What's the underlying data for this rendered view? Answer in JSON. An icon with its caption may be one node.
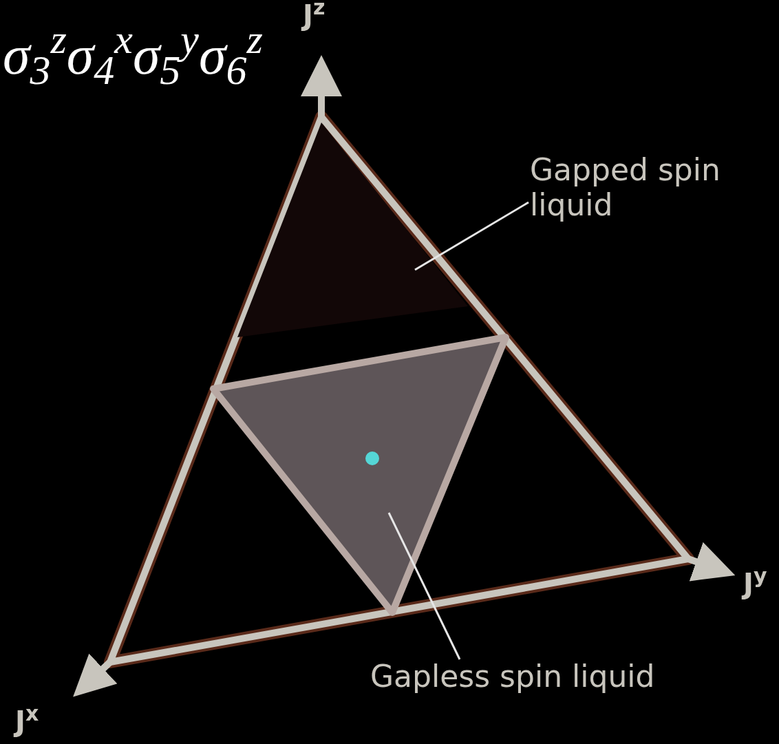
{
  "diagram": {
    "nodes": [
      {
        "text": [
          "Gapped spin liquid"
        ]
      },
      {
        "text": [],
        "shape": "triangle"
      },
      {
        "text": [
          "Gapless spin liquid"
        ]
      },
      {
        "text": [],
        "shape": "triangle"
      }
    ],
    "edges": [
      {
        "from": 0,
        "to": 1,
        "arrow": "none"
      },
      {
        "from": 2,
        "to": 3,
        "arrow": "none"
      }
    ],
    "labels": [
      "σ$_{3}$$^{z}$σ$_{4}$$^{x}$σ$_{5}$$^{y}$σ$_{6}$$^{z}$",
      "J$^{z}$",
      "J$^{y}$",
      "J$^{x}$"
    ]
  }
}
